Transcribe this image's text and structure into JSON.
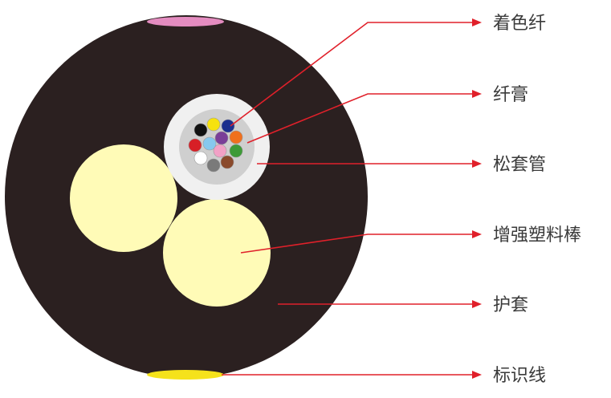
{
  "labels": {
    "colored_fiber": "着色纤",
    "fiber_paste": "纤膏",
    "loose_tube": "松套管",
    "strength_rod": "增强塑料棒",
    "sheath": "护套",
    "marker_line": "标识线"
  },
  "colors": {
    "sheath": "#2b2020",
    "loose_tube": "#f0f0f0",
    "fiber_paste": "#cfcfcf",
    "strength_rod": "#fffbb7",
    "marker_top": "#e48cc0",
    "marker_bottom": "#f5e21b",
    "leader_line": "#e0202a"
  },
  "fibers": [
    {
      "color_name": "black",
      "color": "#111111"
    },
    {
      "color_name": "yellow",
      "color": "#f6e20e"
    },
    {
      "color_name": "blue",
      "color": "#1b2f8f"
    },
    {
      "color_name": "red",
      "color": "#d71f26"
    },
    {
      "color_name": "light-blue",
      "color": "#86c8ee"
    },
    {
      "color_name": "purple",
      "color": "#7a3f98"
    },
    {
      "color_name": "orange",
      "color": "#f0701e"
    },
    {
      "color_name": "white",
      "color": "#ffffff"
    },
    {
      "color_name": "pink",
      "color": "#f2a1c6"
    },
    {
      "color_name": "green",
      "color": "#3e9a37"
    },
    {
      "color_name": "grey",
      "color": "#7a7a7a"
    },
    {
      "color_name": "brown",
      "color": "#8a4a2c"
    }
  ]
}
